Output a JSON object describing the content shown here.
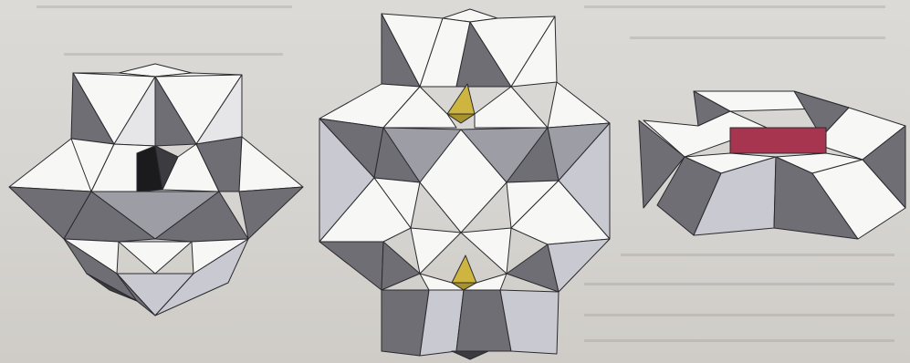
{
  "figure": {
    "panels": [
      {
        "name": "left-polyhedral-cluster"
      },
      {
        "name": "center-polyhedral-cluster"
      },
      {
        "name": "right-polyhedral-fragment"
      }
    ],
    "colors": {
      "background": "#d8d6d2",
      "edge": "#2a2a2e",
      "white_face": "#f7f7f5",
      "light_grey_face": "#c9c9d2",
      "mid_grey_face": "#9d9da6",
      "dark_grey_face": "#6e6e74",
      "black_tetrahedron": "#1b1b1e",
      "yellow_tetrahedron": "#cdb53f",
      "red_block": "#a8354f"
    }
  }
}
